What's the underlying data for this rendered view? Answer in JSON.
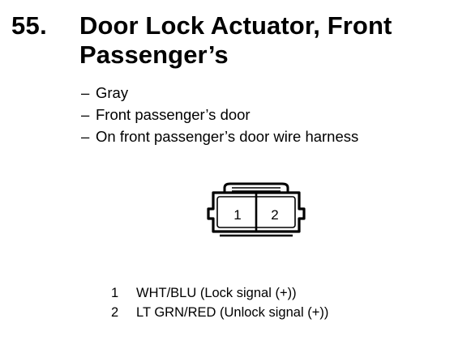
{
  "section": {
    "number": "55.",
    "title": "Door Lock Actuator, Front Passenger’s"
  },
  "details": [
    "Gray",
    "Front passenger’s door",
    "On front passenger’s door wire harness"
  ],
  "details_bullet": "–",
  "connector": {
    "cavity_labels": [
      "1",
      "2"
    ]
  },
  "pins": [
    {
      "number": "1",
      "description": "WHT/BLU (Lock signal (+))"
    },
    {
      "number": "2",
      "description": "LT GRN/RED (Unlock signal (+))"
    }
  ]
}
